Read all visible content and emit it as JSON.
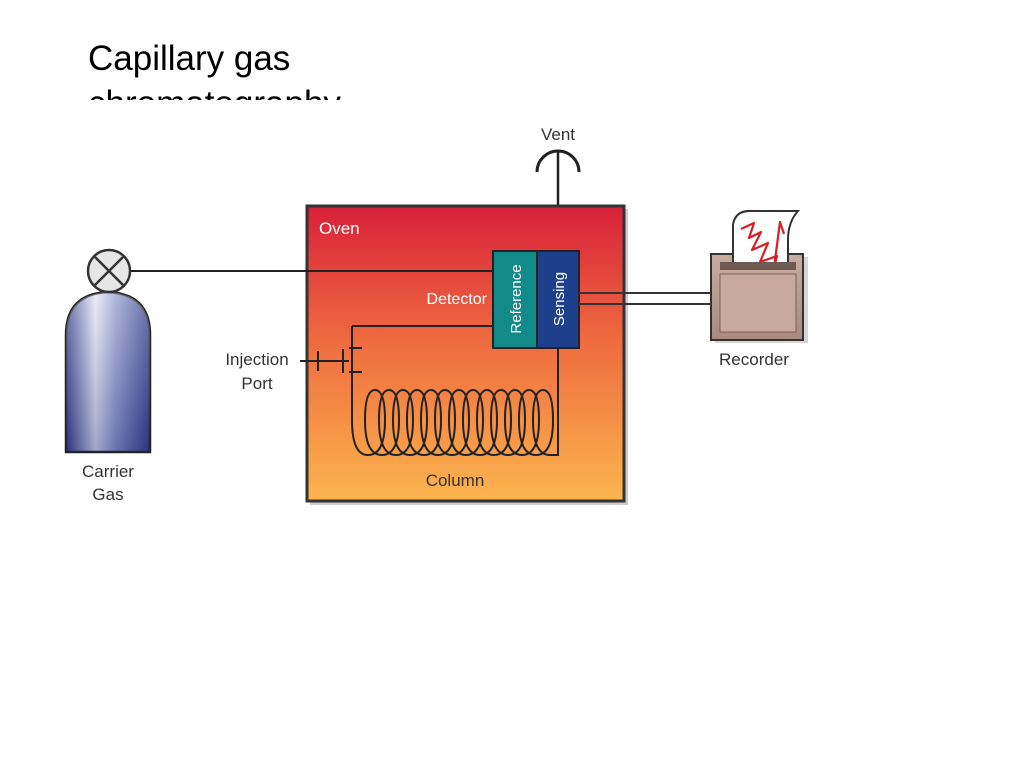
{
  "slide": {
    "title_line1": "Capillary gas",
    "title_line2": "chromatography"
  },
  "diagram": {
    "vent_label": "Vent",
    "oven_label": "Oven",
    "detector_label": "Detector",
    "reference_label": "Reference",
    "sensing_label": "Sensing",
    "injection_label_line1": "Injection",
    "injection_label_line2": "Port",
    "column_label": "Column",
    "carrier_label_line1": "Carrier",
    "carrier_label_line2": "Gas",
    "recorder_label": "Recorder",
    "colors": {
      "oven_top": "#d8203a",
      "oven_bottom": "#fbb54e",
      "reference_cell": "#128a8a",
      "sensing_cell": "#1e3f8c",
      "cylinder": "#3c4a9a",
      "recorder_body": "#b79a8e",
      "trace": "#d81f26"
    }
  }
}
